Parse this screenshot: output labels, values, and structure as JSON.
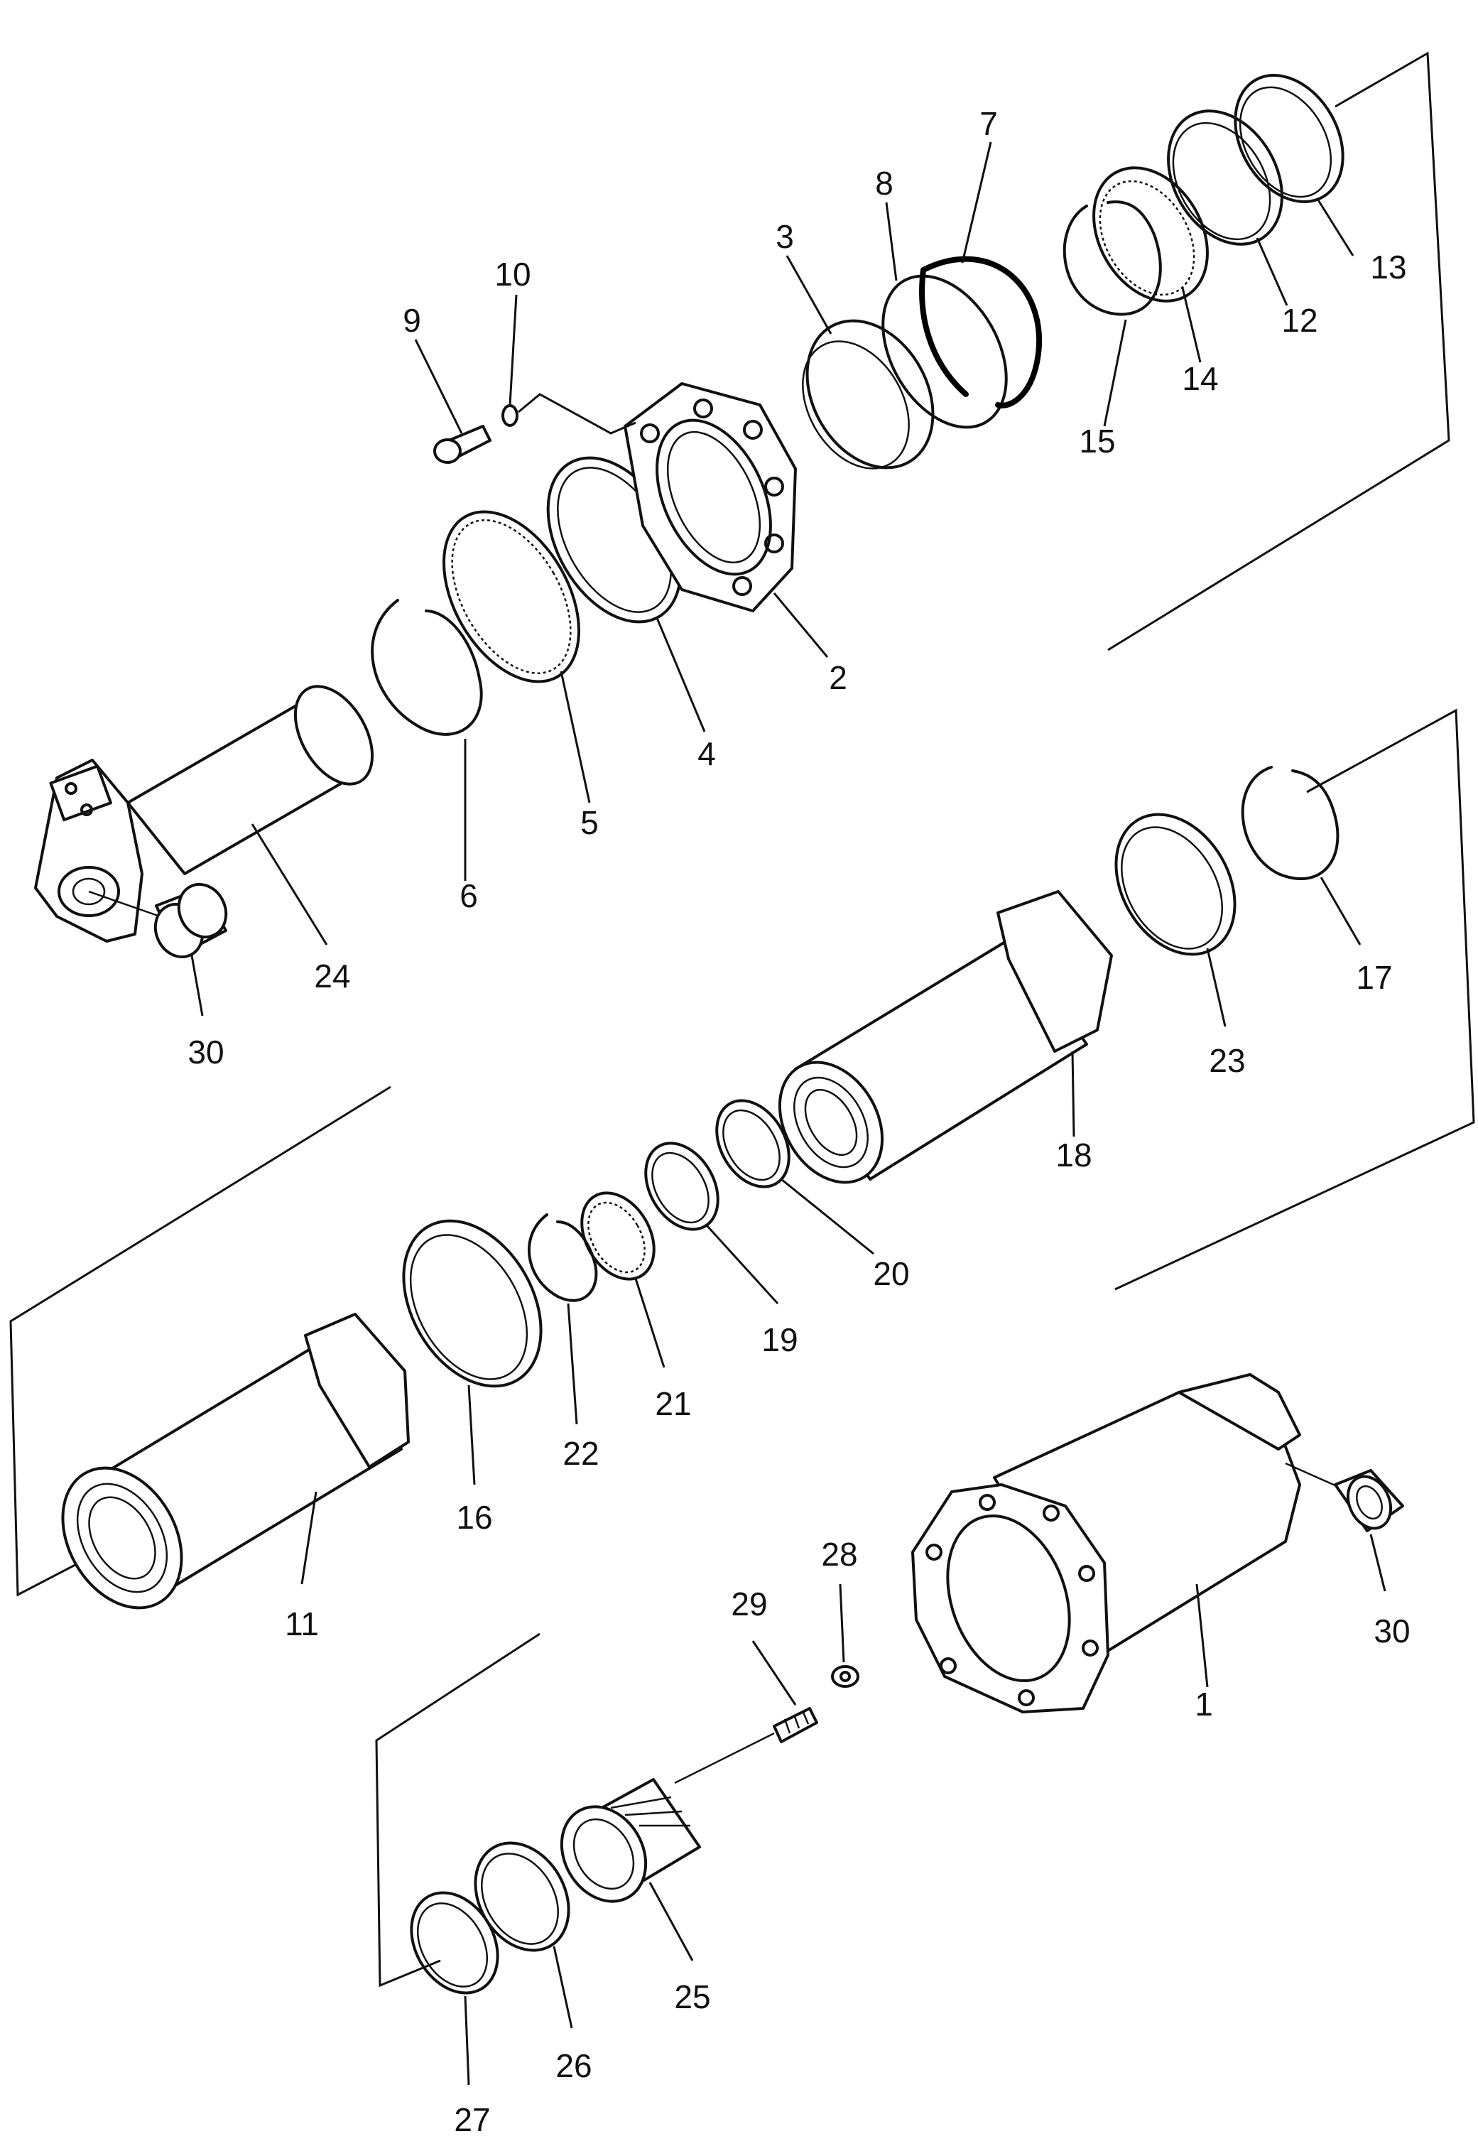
{
  "labels": {
    "p1": "1",
    "p2": "2",
    "p3": "3",
    "p4": "4",
    "p5": "5",
    "p6": "6",
    "p7": "7",
    "p8": "8",
    "p9": "9",
    "p10": "10",
    "p11": "11",
    "p12": "12",
    "p13": "13",
    "p14": "14",
    "p15": "15",
    "p16": "16",
    "p17": "17",
    "p18": "18",
    "p19": "19",
    "p20": "20",
    "p21": "21",
    "p22": "22",
    "p23": "23",
    "p24": "24",
    "p25": "25",
    "p26": "26",
    "p27": "27",
    "p28": "28",
    "p29": "29",
    "p30a": "30",
    "p30b": "30"
  }
}
